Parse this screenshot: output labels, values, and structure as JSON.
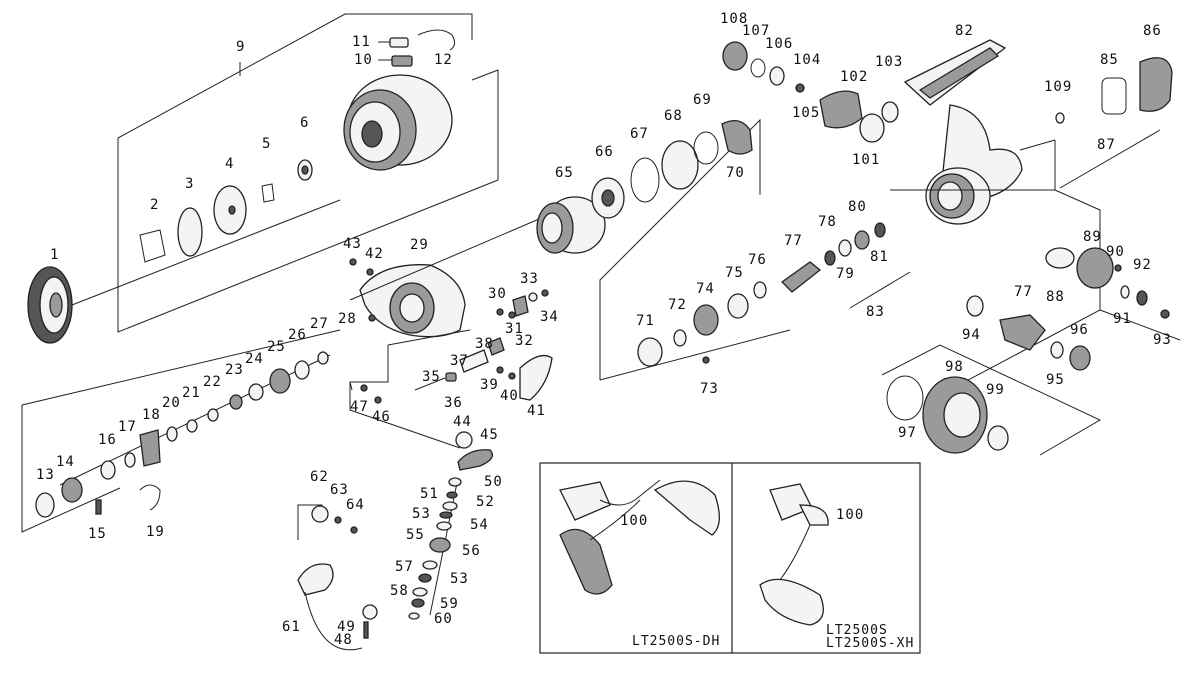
{
  "diagram": {
    "part_numbers": [
      "1",
      "2",
      "3",
      "4",
      "5",
      "6",
      "9",
      "10",
      "11",
      "12",
      "13",
      "14",
      "15",
      "16",
      "17",
      "18",
      "19",
      "20",
      "21",
      "22",
      "23",
      "24",
      "25",
      "26",
      "27",
      "28",
      "29",
      "30",
      "31",
      "32",
      "33",
      "34",
      "35",
      "36",
      "37",
      "38",
      "39",
      "40",
      "41",
      "42",
      "43",
      "44",
      "45",
      "46",
      "47",
      "48",
      "49",
      "50",
      "51",
      "52",
      "53",
      "54",
      "55",
      "56",
      "57",
      "58",
      "59",
      "60",
      "61",
      "62",
      "63",
      "64",
      "65",
      "66",
      "67",
      "68",
      "69",
      "70",
      "71",
      "72",
      "73",
      "74",
      "75",
      "76",
      "77",
      "78",
      "79",
      "80",
      "81",
      "82",
      "83",
      "85",
      "86",
      "87",
      "88",
      "89",
      "90",
      "91",
      "92",
      "93",
      "94",
      "95",
      "96",
      "97",
      "98",
      "99",
      "100",
      "101",
      "102",
      "103",
      "104",
      "105",
      "106",
      "107",
      "108",
      "109"
    ],
    "inset_left": {
      "part": "100",
      "model": "LT2500S-DH"
    },
    "inset_right": {
      "part": "100",
      "models": [
        "LT2500S",
        "LT2500S-XH"
      ]
    }
  }
}
